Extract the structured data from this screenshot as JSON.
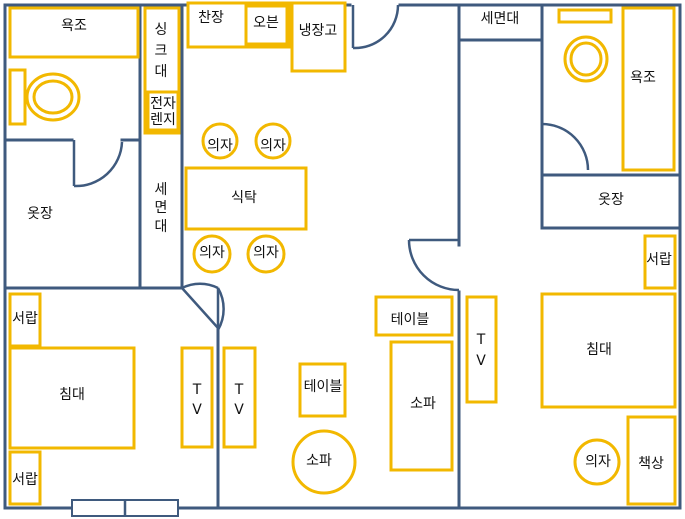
{
  "labels": {
    "bath_left": "욕조",
    "sink": [
      "싱",
      "크",
      "대"
    ],
    "microwave": [
      "전자",
      "렌지"
    ],
    "cupboard": "찬장",
    "oven": "오븐",
    "fridge": "냉장고",
    "wash_top": "세면대",
    "bath_right": "욕조",
    "chair": "의자",
    "table_dining": "식탁",
    "wash_mid": [
      "세",
      "면",
      "대"
    ],
    "wardrobe_left": "옷장",
    "wardrobe_right": "옷장",
    "drawer": "서랍",
    "bed": "침대",
    "tv": [
      "T",
      "V"
    ],
    "table": "테이블",
    "sofa": "소파",
    "desk": "책상"
  }
}
